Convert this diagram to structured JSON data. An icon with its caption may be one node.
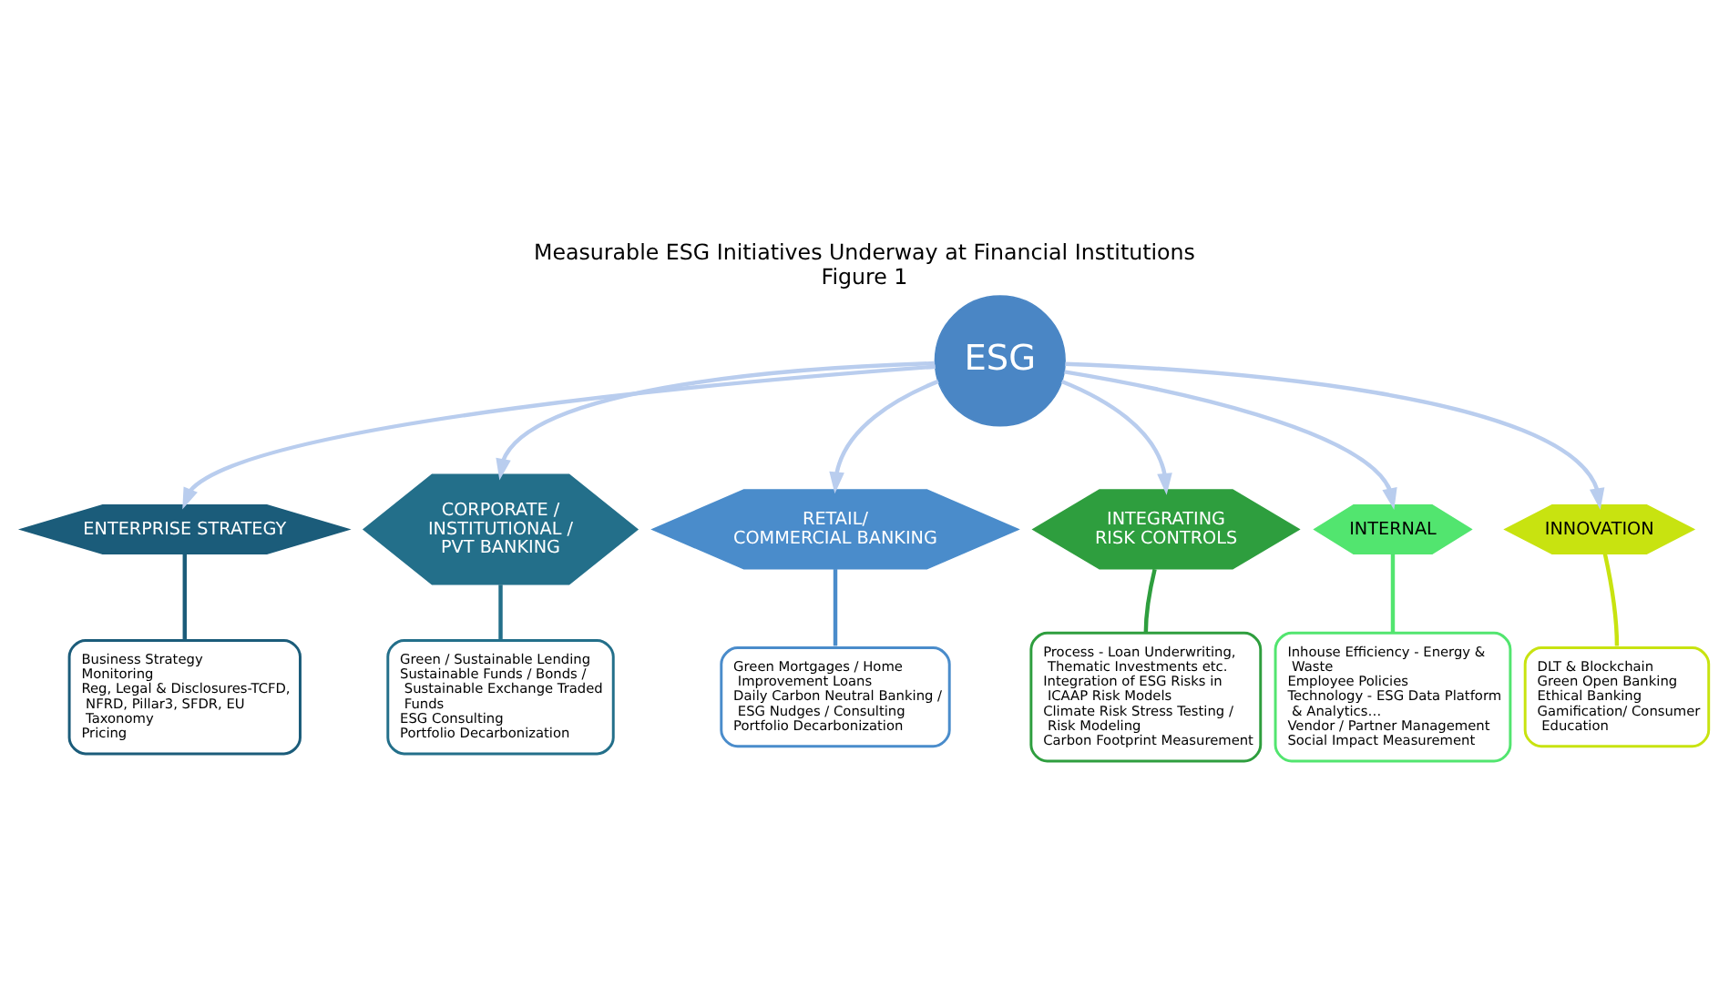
{
  "diagram": {
    "title": "Measurable ESG Initiatives Underway at Financial Institutions",
    "caption": "Figure 1",
    "nodes": [
      {
        "text": [
          "ESG"
        ]
      },
      {
        "text": [
          "ENTERPRISE STRATEGY"
        ]
      },
      {
        "text": [
          "CORPORATE / INSTITUTIONAL / PVT BANKING"
        ]
      },
      {
        "text": [
          "RETAIL/ COMMERCIAL BANKING"
        ]
      },
      {
        "text": [
          "INTEGRATING RISK CONTROLS"
        ]
      },
      {
        "text": [
          "INTERNAL"
        ]
      },
      {
        "text": [
          "INNOVATION"
        ]
      },
      {
        "text": [
          "Business Strategy",
          "Monitoring",
          "Reg, Legal & Disclosures-TCFD, NFRD, Pillar3, SFDR, EU Taxonomy",
          "Pricing"
        ]
      },
      {
        "text": [
          "Green / Sustainable Lending",
          "Sustainable Funds / Bonds / Sustainable Exchange Traded Funds",
          "ESG Consulting",
          "Portfolio Decarbonization"
        ]
      },
      {
        "text": [
          "Green Mortgages / Home Improvement Loans",
          "Daily Carbon Neutral Banking / ESG Nudges / Consulting",
          "Portfolio Decarbonization"
        ]
      },
      {
        "text": [
          "Process - Loan Underwriting, Thematic Investments etc.",
          "Integration of ESG Risks in ICAAP Risk Models",
          "Climate Risk Stress Testing / Risk Modeling",
          "Carbon Footprint Measurement"
        ]
      },
      {
        "text": [
          "Inhouse Efficiency - Energy & Waste",
          "Employee Policies",
          "Technology - ESG Data Platform & Analytics…",
          "Vendor / Partner Management",
          "Social Impact Measurement"
        ]
      },
      {
        "text": [
          "DLT & Blockchain",
          "Green Open Banking",
          "Ethical Banking",
          "Gamification/ Consumer Education"
        ]
      }
    ],
    "edges": [
      {
        "from": 0,
        "to": 1,
        "arrow": "to"
      },
      {
        "from": 0,
        "to": 2,
        "arrow": "to"
      },
      {
        "from": 0,
        "to": 3,
        "arrow": "to"
      },
      {
        "from": 0,
        "to": 4,
        "arrow": "to"
      },
      {
        "from": 0,
        "to": 5,
        "arrow": "to"
      },
      {
        "from": 0,
        "to": 6,
        "arrow": "to"
      },
      {
        "from": 1,
        "to": 7,
        "arrow": "none",
        "color": "#1b5c7a"
      },
      {
        "from": 2,
        "to": 8,
        "arrow": "none",
        "color": "#236f8a"
      },
      {
        "from": 3,
        "to": 9,
        "arrow": "none",
        "color": "#4a8ccb"
      },
      {
        "from": 4,
        "to": 10,
        "arrow": "none",
        "color": "#2e9e3e"
      },
      {
        "from": 5,
        "to": 11,
        "arrow": "none",
        "color": "#52e56f"
      },
      {
        "from": 6,
        "to": 12,
        "arrow": "none",
        "color": "#c8e310"
      }
    ]
  }
}
